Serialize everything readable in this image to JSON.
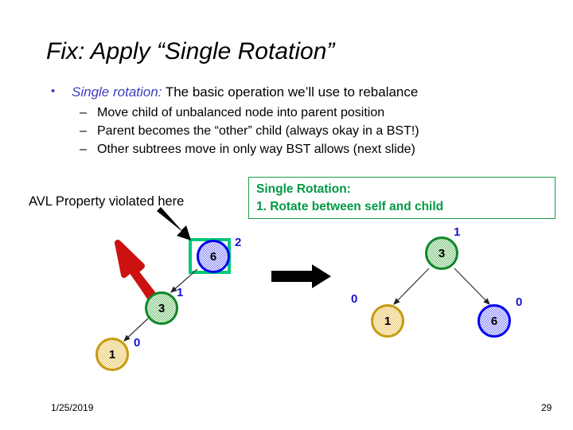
{
  "slide": {
    "title": "Fix: Apply “Single Rotation”",
    "background_color": "#ffffff"
  },
  "bullets": {
    "level1": {
      "bullet_char": "•",
      "emphasis": "Single rotation:",
      "rest": " The basic operation we’ll use to rebalance"
    },
    "level2": [
      {
        "dash": "–",
        "text": "Move child of unbalanced node into parent position"
      },
      {
        "dash": "–",
        "text": "Parent becomes the “other” child (always okay in a BST!)"
      },
      {
        "dash": "–",
        "text": "Other subtrees move in only way BST allows (next slide)"
      }
    ]
  },
  "callout": {
    "line1": "Single Rotation:",
    "line2": "1. Rotate between self and child",
    "text_color": "#009944",
    "border_color": "#1f9c4a"
  },
  "annotation": {
    "avl_label": "AVL Property violated here",
    "highlight_color": "#00c87a",
    "pointer_arrow_color": "#000000",
    "rotation_arrow_color": "#cc1111",
    "transition_arrow_color": "#000000"
  },
  "trees": {
    "before": {
      "nodes": [
        {
          "key": "6",
          "balance": "2",
          "color": "blue",
          "highlighted": "yes"
        },
        {
          "key": "3",
          "balance": "1",
          "color": "green",
          "highlighted": "no"
        },
        {
          "key": "1",
          "balance": "0",
          "color": "yellow",
          "highlighted": "no"
        }
      ]
    },
    "after": {
      "nodes": [
        {
          "key": "3",
          "balance": "1",
          "color": "green",
          "highlighted": "no"
        },
        {
          "key": "1",
          "balance": "0",
          "color": "yellow",
          "highlighted": "no"
        },
        {
          "key": "6",
          "balance": "0",
          "color": "blue",
          "highlighted": "no"
        }
      ]
    }
  },
  "footer": {
    "date": "1/25/2019",
    "page_number": "29"
  }
}
